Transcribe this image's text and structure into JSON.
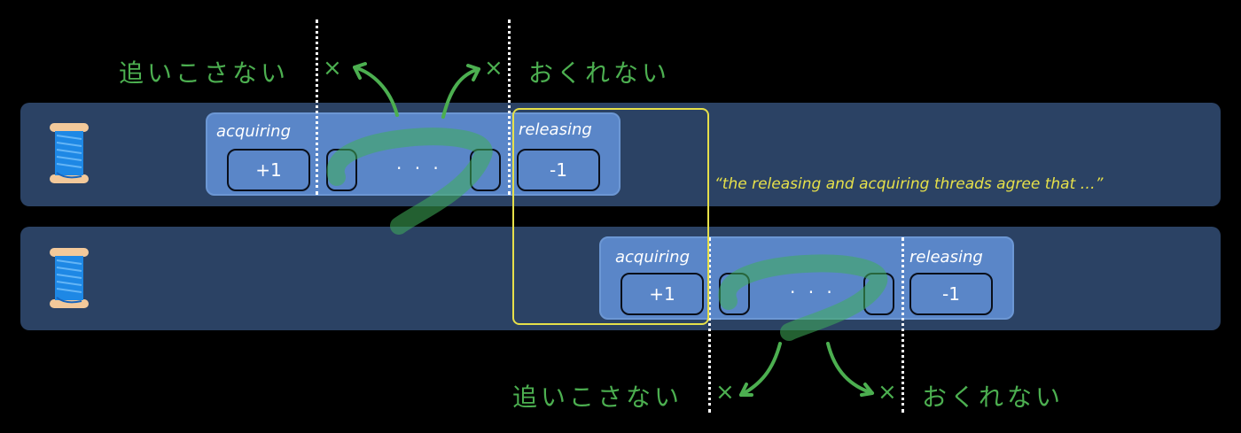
{
  "lane1": {
    "section_start_label": "acquiring",
    "section_end_label": "releasing",
    "plus_slot": "+1",
    "minus_slot": "-1",
    "ellipsis": "· · ·",
    "left_note": "追いこさない",
    "right_note": "おくれない",
    "cross": "×"
  },
  "lane2": {
    "section_start_label": "acquiring",
    "section_end_label": "releasing",
    "plus_slot": "+1",
    "minus_slot": "-1",
    "ellipsis": "· · ·",
    "left_note": "追いこさない",
    "right_note": "おくれない",
    "cross": "×"
  },
  "quote": "“the releasing and acquiring threads agree that …”",
  "colors": {
    "background": "#000000",
    "lane": "#2b4264",
    "section": "#5a86c8",
    "note_green": "#4caf50",
    "highlight_yellow": "#e6e04a"
  },
  "icons": [
    "spool-of-thread-icon"
  ]
}
